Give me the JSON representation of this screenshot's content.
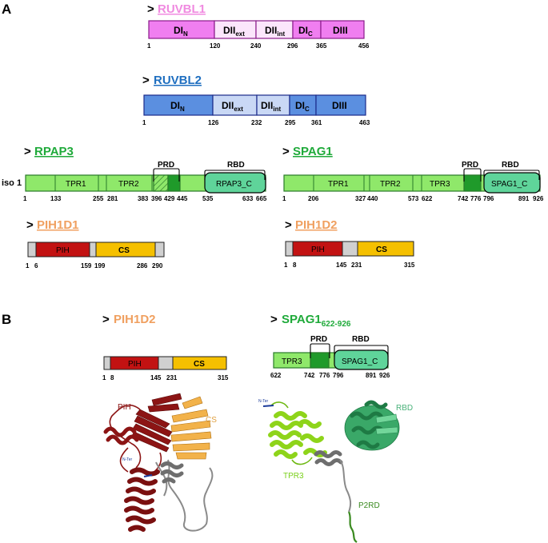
{
  "panel_labels": {
    "a": "A",
    "b": "B"
  },
  "caret": ">",
  "headers": {
    "ruvbl1": "RUVBL1",
    "ruvbl2": "RUVBL2",
    "rpap3": "RPAP3",
    "spag1": "SPAG1",
    "pih1d1": "PIH1D1",
    "pih1d2": "PIH1D2",
    "pih1d2_b": "PIH1D2",
    "spag1_b_main": "SPAG1",
    "spag1_b_sub": "622-926"
  },
  "iso_label": "iso 1",
  "ruvbl1": {
    "domains": {
      "d1": "DI",
      "d1_sub": "N",
      "d2ext": "DII",
      "d2ext_sub": "ext",
      "d2int": "DII",
      "d2int_sub": "int",
      "d1c": "DI",
      "d1c_sub": "C",
      "d3": "DIII"
    },
    "ticks": [
      "1",
      "120",
      "240",
      "296",
      "365",
      "456"
    ]
  },
  "ruvbl2": {
    "domains": {
      "d1": "DI",
      "d1_sub": "N",
      "d2ext": "DII",
      "d2ext_sub": "ext",
      "d2int": "DII",
      "d2int_sub": "int",
      "d1c": "DI",
      "d1c_sub": "C",
      "d3": "DIII"
    },
    "ticks": [
      "1",
      "126",
      "232",
      "295",
      "361",
      "463"
    ]
  },
  "rpap3": {
    "domains": {
      "tpr1": "TPR1",
      "tpr2": "TPR2",
      "rbd_dom": "RPAP3_C"
    },
    "brackets": {
      "prd": "PRD",
      "rbd": "RBD"
    },
    "ticks": [
      "1",
      "133",
      "255",
      "281",
      "383",
      "396",
      "429",
      "445",
      "535",
      "633",
      "665"
    ]
  },
  "spag1": {
    "domains": {
      "tpr1": "TPR1",
      "tpr2": "TPR2",
      "tpr3": "TPR3",
      "rbd_dom": "SPAG1_C"
    },
    "brackets": {
      "prd": "PRD",
      "rbd": "RBD"
    },
    "ticks": [
      "1",
      "206",
      "327",
      "440",
      "573",
      "622",
      "742",
      "776",
      "796",
      "891",
      "926"
    ]
  },
  "pih1d1": {
    "domains": {
      "pih": "PIH",
      "cs": "CS"
    },
    "ticks": [
      "1",
      "6",
      "159",
      "199",
      "286",
      "290"
    ]
  },
  "pih1d2": {
    "domains": {
      "pih": "PIH",
      "cs": "CS"
    },
    "ticks": [
      "1",
      "8",
      "145",
      "231",
      "315"
    ]
  },
  "pih1d2_b": {
    "domains": {
      "pih": "PIH",
      "cs": "CS"
    },
    "ticks": [
      "1",
      "8",
      "145",
      "231",
      "315"
    ]
  },
  "spag1_b": {
    "domains": {
      "tpr3": "TPR3",
      "rbd_dom": "SPAG1_C"
    },
    "brackets": {
      "prd": "PRD",
      "rbd": "RBD"
    },
    "ticks": [
      "622",
      "742",
      "776",
      "796",
      "891",
      "926"
    ]
  },
  "structure_labels": {
    "pih": "PIH",
    "cs": "CS",
    "nter_left": "N-Ter",
    "nter_right": "N-Ter",
    "rbd": "RBD",
    "tpr3": "TPR3",
    "p2rd": "P2RD"
  },
  "colors": {
    "ruvbl1": "#f07ef0",
    "ruvbl1_header": "#f08ae0",
    "ruvbl2": "#5b8fe0",
    "ruvbl2_light": "#c9d8f5",
    "ruvbl2_header": "#1f6fc0",
    "rpap3_green": "#8fe86a",
    "dark_green": "#1f9a2a",
    "rbd_teal": "#5fd49a",
    "green_header": "#1faa3a",
    "orange_header": "#f0a060",
    "pih_red": "#c21212",
    "cs_yellow": "#f5c000",
    "gray_fill": "#d0d0d0",
    "outline_pink": "#8a1a8a",
    "outline_blue": "#1a2a8a",
    "outline_green": "#2a7a2a"
  }
}
